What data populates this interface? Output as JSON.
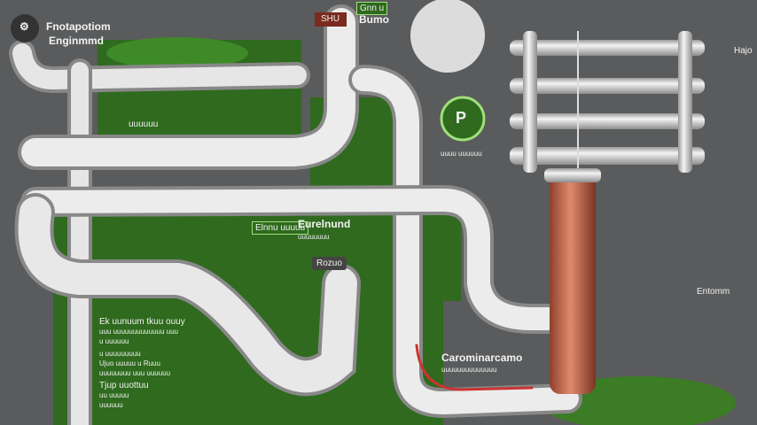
{
  "title": {
    "line1": "Fnotapotiom",
    "line2": "Enginmmd",
    "icon": "gear-icon"
  },
  "tag_red": "SHU",
  "tag_green": {
    "line1": "Gnn u",
    "line2": "Bumo"
  },
  "grass_label": "uuuuuu",
  "p_sign": {
    "letter": "P",
    "caption": "uuuu uuuuuu"
  },
  "right_label": "Hajo",
  "right_bottom_label": "Entomm",
  "mid_labels": {
    "left": "Elnnu uuuuu",
    "right": "Eurelnund",
    "right_sub": "uuuuuuuu"
  },
  "dark_tag": "Rozuo",
  "caption_right": {
    "title": "Carominarcamo",
    "sub": "uuuuuuuuuuuuuu"
  },
  "notes_left": [
    "Ek uunuum tkuu ouuy",
    "uuu uuuuuuuuuuuuu uuu",
    "u uuuuuu",
    "u uuuuuuuuu",
    "Ujuo uuuuu u Ruuu",
    "uuuuuuuu uuu uuuuuu",
    "Tjup uuottuu",
    "uu uuuuu",
    "uuuuuu"
  ],
  "colors": {
    "background": "#5a5b5c",
    "grass": "#2f6a1e",
    "pipe": "#d9d9d9",
    "tank": "#c7664a",
    "accent_green": "#9fe07a"
  }
}
